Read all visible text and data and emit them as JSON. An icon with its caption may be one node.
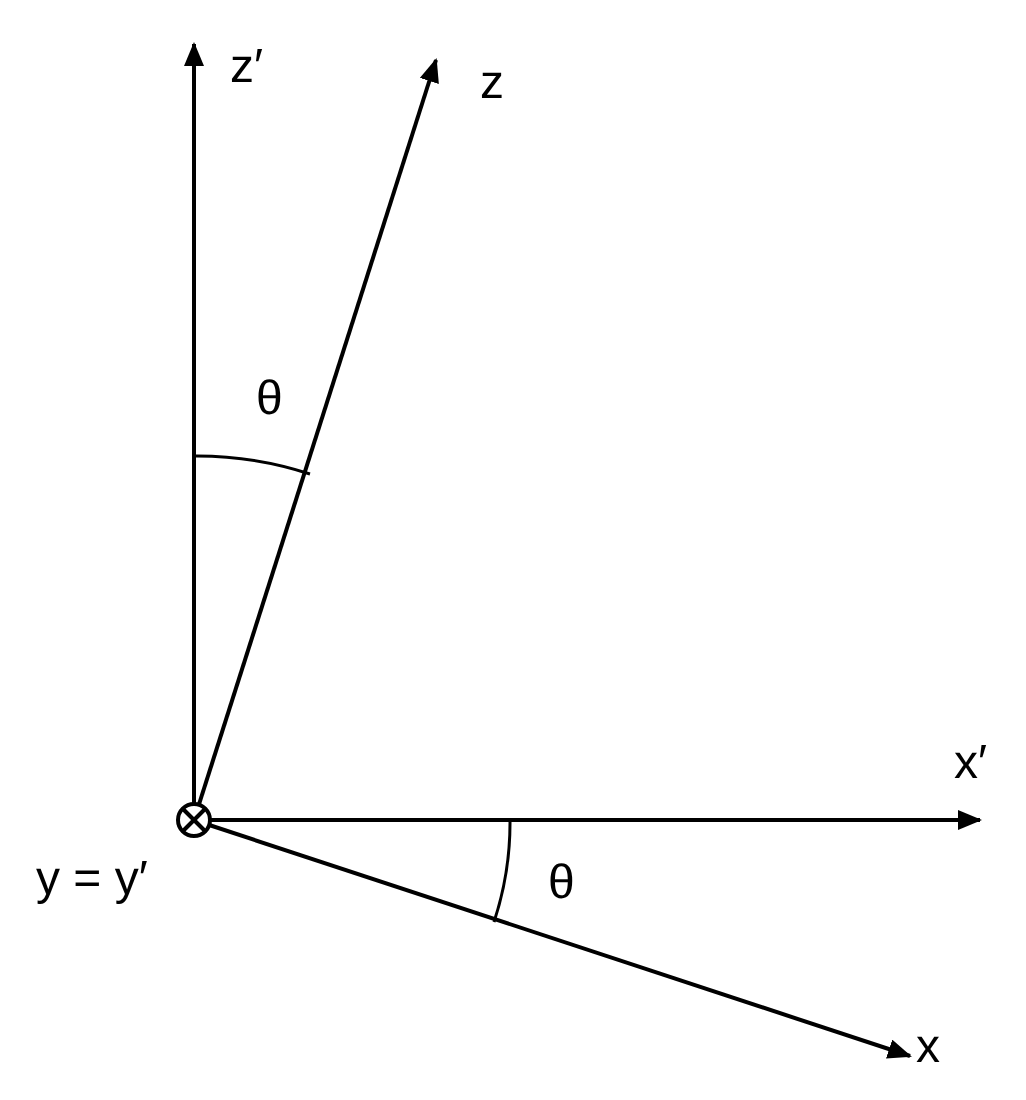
{
  "diagram": {
    "labels": [
      "z′",
      "z",
      "θ",
      "x′",
      "θ",
      "x",
      "y = y′"
    ]
  }
}
